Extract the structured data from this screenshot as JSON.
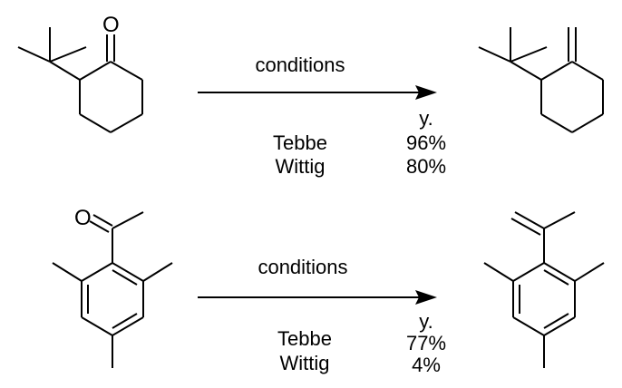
{
  "reaction_1": {
    "reactant_label": "O",
    "conditions_label": "conditions",
    "yield_header": "y.",
    "rows": [
      {
        "reagent": "Tebbe",
        "yield": "96%"
      },
      {
        "reagent": "Wittig",
        "yield": "80%"
      }
    ]
  },
  "reaction_2": {
    "reactant_label": "O",
    "conditions_label": "conditions",
    "yield_header": "y.",
    "rows": [
      {
        "reagent": "Tebbe",
        "yield": "77%"
      },
      {
        "reagent": "Wittig",
        "yield": "4%"
      }
    ]
  }
}
